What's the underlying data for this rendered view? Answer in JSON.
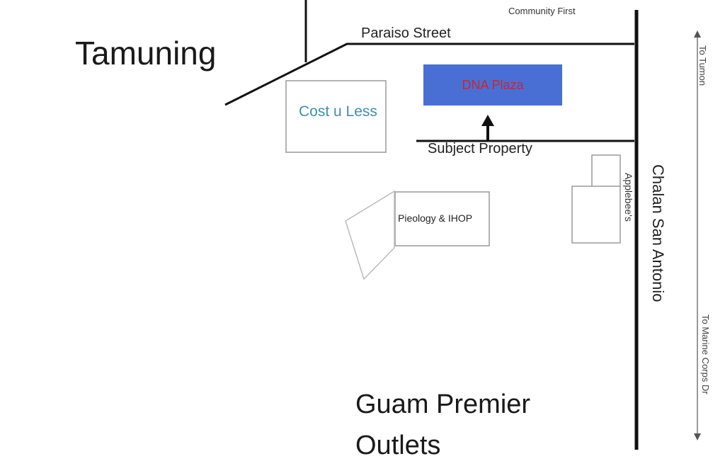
{
  "areas": {
    "tamuning": "Tamuning",
    "outlets": "Guam Premier Outlets"
  },
  "streets": {
    "paraiso": "Paraiso Street",
    "chalan_san_antonio": "Chalan San Antonio"
  },
  "places": {
    "community_first": "Community First",
    "cost_u_less": "Cost u Less",
    "dna_plaza": "DNA Plaza",
    "subject_property": "Subject Property",
    "pieology_ihop": "Pieology & IHOP",
    "applebees": "Applebee's"
  },
  "directions": {
    "to_tumon": "To Tumon",
    "to_marine_corps": "To Marine Corps Dr"
  },
  "colors": {
    "dna_plaza_fill": "#4a6fd4",
    "dna_plaza_text": "#c0283a",
    "cost_u_less_text": "#3d8fae",
    "road": "#111111",
    "building_outline": "#9a9a9a"
  }
}
